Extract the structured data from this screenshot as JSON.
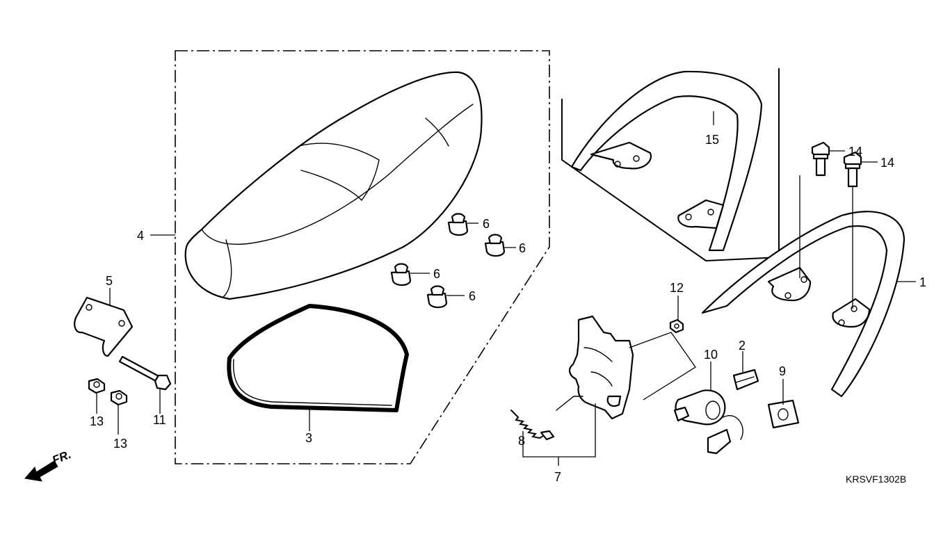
{
  "callouts": {
    "c1": "1",
    "c2": "2",
    "c3": "3",
    "c4": "4",
    "c5": "5",
    "c6a": "6",
    "c6b": "6",
    "c6c": "6",
    "c6d": "6",
    "c7": "7",
    "c8": "8",
    "c9": "9",
    "c10": "10",
    "c11": "11",
    "c12": "12",
    "c13a": "13",
    "c13b": "13",
    "c14a": "14",
    "c14b": "14",
    "c15": "15"
  },
  "direction": {
    "front": "FR."
  },
  "diagram_code": "KRSVF1302B"
}
